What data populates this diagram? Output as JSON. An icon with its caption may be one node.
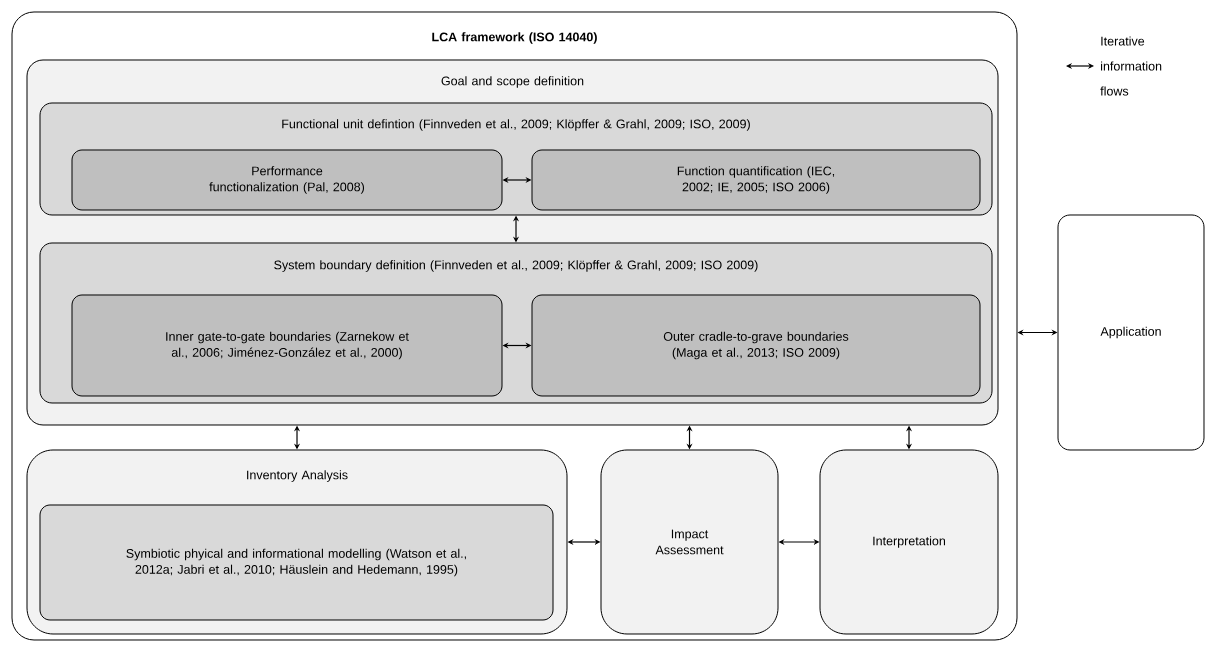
{
  "diagram": {
    "nodes": [
      {
        "text": [
          "LCA framework (ISO 14040)"
        ]
      },
      {
        "text": [
          "Goal and scope definition"
        ],
        "in": 0
      },
      {
        "text": [
          "Functional unit defintion (Finnveden et al., 2009; Klöpffer & Grahl, 2009; ISO, 2009)"
        ],
        "in": 1
      },
      {
        "text": [
          "Performance functionalization (Pal, 2008)"
        ],
        "in": 2
      },
      {
        "text": [
          "Function quantification (IEC, 2002; IE, 2005; ISO 2006)"
        ],
        "in": 2
      },
      {
        "text": [
          "System boundary definition (Finnveden et al., 2009; Klöpffer & Grahl, 2009; ISO 2009)"
        ],
        "in": 1
      },
      {
        "text": [
          "Inner gate-to-gate boundaries (Zarnekow et al., 2006; Jiménez-González et al., 2000)"
        ],
        "in": 5
      },
      {
        "text": [
          "Outer cradle-to-grave boundaries (Maga et al., 2013; ISO 2009)"
        ],
        "in": 5
      },
      {
        "text": [
          "Inventory Analysis"
        ],
        "in": 0
      },
      {
        "text": [
          "Symbiotic phyical and informational modelling (Watson et al., 2012a; Jabri et al., 2010; Häuslein and Hedemann, 1995)"
        ],
        "in": 8
      },
      {
        "text": [
          "Impact Assessment"
        ],
        "in": 0
      },
      {
        "text": [
          "Interpretation"
        ],
        "in": 0
      },
      {
        "text": [
          "Application"
        ]
      }
    ],
    "edges": [
      {
        "from": 3,
        "to": 4,
        "arrow": "both"
      },
      {
        "from": 2,
        "to": 5,
        "arrow": "both"
      },
      {
        "from": 6,
        "to": 7,
        "arrow": "both"
      },
      {
        "from": 1,
        "to": 8,
        "arrow": "both"
      },
      {
        "from": 1,
        "to": 10,
        "arrow": "both"
      },
      {
        "from": 1,
        "to": 11,
        "arrow": "both"
      },
      {
        "from": 8,
        "to": 10,
        "arrow": "both"
      },
      {
        "from": 10,
        "to": 11,
        "arrow": "both"
      },
      {
        "from": 0,
        "to": 12,
        "arrow": "both"
      }
    ],
    "legend": [
      {
        "text": "Iterative information flows"
      }
    ]
  }
}
